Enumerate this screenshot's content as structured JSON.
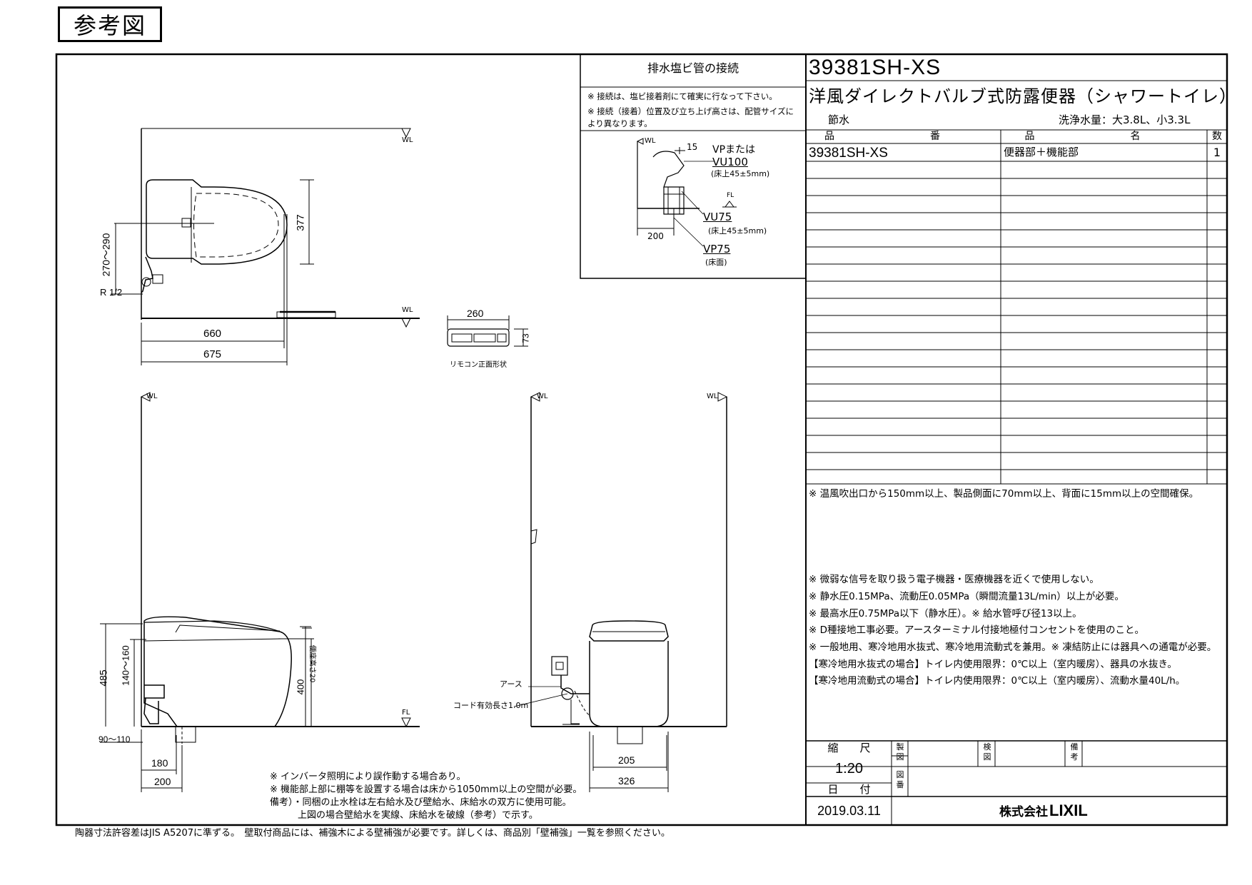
{
  "header": {
    "badge": "参考図"
  },
  "drain": {
    "title": "排水塩ビ管の接続",
    "notes": [
      "※ 接続は、塩ビ接着剤にて確実に行なって下さい。",
      "※ 接続（接着）位置及び立ち上げ高さは、配管サイズにより異なります。"
    ],
    "labels": {
      "wl": "WL",
      "fl": "FL",
      "d15": "15",
      "d200": "200",
      "vp_or": "VPまたは",
      "vu100": "VU100",
      "vu100_h": "(床上45±5mm)",
      "vu75": "VU75",
      "vu75_h": "(床上45±5mm)",
      "vp75": "VP75",
      "vp75_h": "(床面)"
    }
  },
  "title_block": {
    "model": "39381SH-XS",
    "product_name": "洋風ダイレクトバルブ式防露便器（シャワートイレ）",
    "water_saving": "節水",
    "flush_volume": "洗浄水量：大3.8L、小3.3L",
    "col_part_no": "品　番",
    "col_name": "品　名",
    "col_qty": "数",
    "rows": [
      {
        "part_no": "39381SH-XS",
        "name": "便器部＋機能部",
        "qty": "1"
      }
    ],
    "clearance_note": "※ 温風吹出口から150mm以上、製品側面に70mm以上、背面に15mm以上の空間確保。",
    "notes": [
      "※ 微弱な信号を取り扱う電子機器・医療機器を近くで使用しない。",
      "※ 静水圧0.15MPa、流動圧0.05MPa（瞬間流量13L/min）以上が必要。",
      "※ 最高水圧0.75MPa以下（静水圧）。※ 給水管呼び径13以上。",
      "※ D種接地工事必要。アースターミナル付接地極付コンセントを使用のこと。",
      "※ 一般地用、寒冷地用水抜式、寒冷地用流動式を兼用。※ 凍結防止には器具への通電が必要。",
      "【寒冷地用水抜式の場合】トイレ内使用限界：0℃以上（室内暖房）、器具の水抜き。",
      "【寒冷地用流動式の場合】トイレ内使用限界：0℃以上（室内暖房）、流動水量40L/h。"
    ],
    "scale_label": "縮　　尺",
    "scale": "1:20",
    "date_label": "日　　付",
    "date": "2019.03.11",
    "drawn_label": "製図",
    "checked_label": "検図",
    "remarks_label": "備考",
    "drawing_no_label": "図番",
    "company": "株式会社",
    "brand": "LIXIL"
  },
  "plan": {
    "wl": "WL",
    "d377": "377",
    "d270_290": "270〜290",
    "r12": "R 1/2",
    "d660": "660",
    "d675": "675"
  },
  "remote": {
    "d260": "260",
    "d73": "73",
    "caption": "リモコン正面形状"
  },
  "side": {
    "wl": "WL",
    "fl": "FL",
    "d485": "485",
    "d140_160": "140〜160",
    "d400": "400",
    "seat_h": "便座高さ20",
    "d90_110": "90〜110",
    "d180": "180",
    "d200": "200"
  },
  "front": {
    "wl_left": "WL",
    "wl_right": "WL",
    "earth": "アース",
    "cord": "コード有効長さ1.0m",
    "d205": "205",
    "d326": "326"
  },
  "bottom_notes": [
    "※ インバータ照明により誤作動する場合あり。",
    "※ 機能部上部に棚等を設置する場合は床から1050mm以上の空間が必要。",
    "備考）・同梱の止水栓は左右給水及び壁給水、床給水の双方に使用可能。",
    "　　　上図の場合壁給水を実線、床給水を破線（参考）で示す。"
  ],
  "footer": "陶器寸法許容差はJIS A5207に準ずる。　壁取付商品には、補強木による壁補強が必要です。詳しくは、商品別「壁補強」一覧を参照ください。"
}
